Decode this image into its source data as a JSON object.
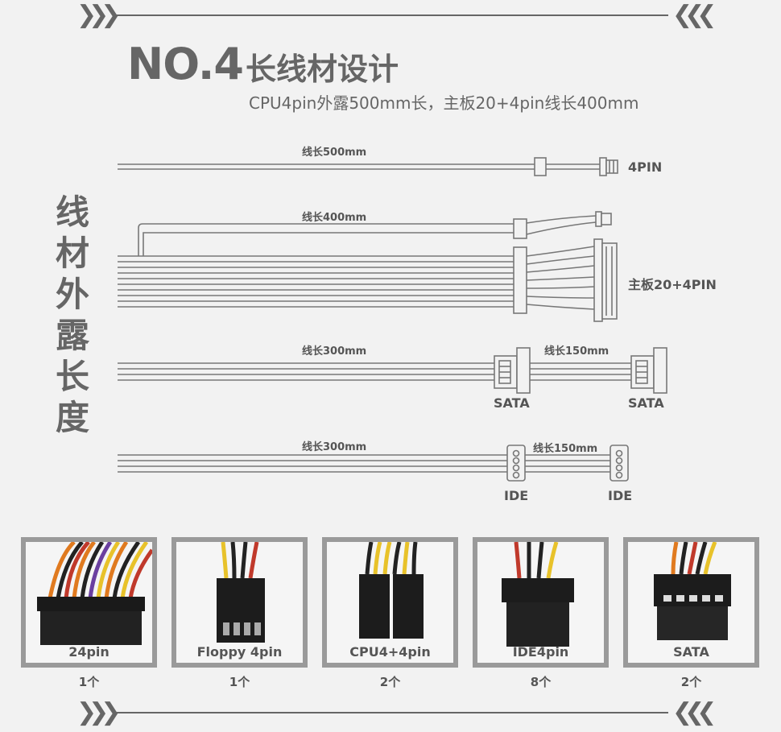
{
  "header": {
    "title_no": "NO.4",
    "title_cn": "长线材设计",
    "subtitle": "CPU4pin外露500mm长，主板20+4pin线长400mm"
  },
  "side_title": [
    "线",
    "材",
    "外",
    "露",
    "长",
    "度"
  ],
  "cables": [
    {
      "length_label": "线长500mm",
      "connector_label": "4PIN"
    },
    {
      "length_label": "线长400mm",
      "connector_label": "主板20+4PIN"
    },
    {
      "length_label": "线长300mm",
      "length_label_2": "线长150mm",
      "connector_label": "SATA",
      "connector_label_2": "SATA"
    },
    {
      "length_label": "线长300mm",
      "length_label_2": "线长150mm",
      "connector_label": "IDE",
      "connector_label_2": "IDE"
    }
  ],
  "connectors": [
    {
      "name": "24pin",
      "count": "1个",
      "icon": "24pin-connector-photo"
    },
    {
      "name": "Floppy 4pin",
      "count": "1个",
      "icon": "floppy-connector-photo"
    },
    {
      "name": "CPU4+4pin",
      "count": "2个",
      "icon": "cpu-connector-photo"
    },
    {
      "name": "IDE4pin",
      "count": "8个",
      "icon": "ide-connector-photo"
    },
    {
      "name": "SATA",
      "count": "2个",
      "icon": "sata-connector-photo"
    }
  ],
  "colors": {
    "text": "#666666",
    "line": "#777777",
    "wire_red": "#c0392b",
    "wire_yellow": "#e8c22a",
    "wire_orange": "#e07a1f",
    "wire_black": "#222222",
    "wire_purple": "#6a3fa0"
  }
}
